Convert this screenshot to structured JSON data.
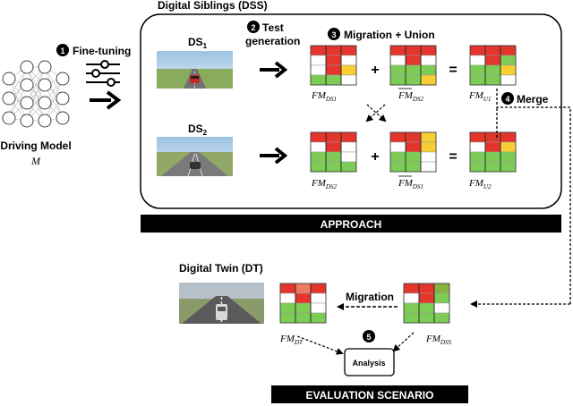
{
  "top": {
    "dss_title": "Digital Siblings (DSS)",
    "step1_num": "1",
    "step1_label": "Fine-tuning",
    "step2_num": "2",
    "step2_label_l1": "Test",
    "step2_label_l2": "generation",
    "step3_num": "3",
    "step3_label": "Migration + Union",
    "step4_num": "4",
    "step4_label": "Merge",
    "ds1": "DS",
    "ds1_sub": "1",
    "ds2": "DS",
    "ds2_sub": "2",
    "model_label": "Driving Model",
    "model_symbol": "M",
    "plus": "+",
    "equals": "=",
    "fm_ds1": "FM",
    "fm_ds1_sub": "DS1",
    "fm_bar_ds2": "FM",
    "fm_bar_ds2_sub": "DS2",
    "fm_u1": "FM",
    "fm_u1_sub": "U1",
    "fm_ds2": "FM",
    "fm_ds2_sub": "DS2",
    "fm_bar_ds1": "FM",
    "fm_bar_ds1_sub": "DS1",
    "fm_u2": "FM",
    "fm_u2_sub": "U2"
  },
  "approach_banner": "APPROACH",
  "bottom": {
    "dt_title": "Digital Twin (DT)",
    "migration_label": "Migration",
    "step5_num": "5",
    "fm_dt": "FM",
    "fm_dt_sub": "DT",
    "fm_dss": "FM",
    "fm_dss_sub": "DSS",
    "analysis_label": "Analysis"
  },
  "eval_banner": "EVALUATION SCENARIO",
  "colors": {
    "red": "#e3352c",
    "green": "#7ccc55",
    "yellow": "#f7cf35",
    "salmon": "#ef7a62",
    "olive": "#8ab040",
    "white": "#ffffff",
    "banner": "#000000",
    "sky": "#bcd6ea",
    "grass": "#87a55a",
    "road": "#6f6f6f"
  },
  "maps": {
    "fm_ds1": [
      [
        "r",
        "r",
        "r"
      ],
      [
        "w",
        "r",
        "w"
      ],
      [
        "w",
        "r",
        "y"
      ],
      [
        "g",
        "g",
        "w"
      ]
    ],
    "fm_bar_ds2": [
      [
        "r",
        "r",
        "r"
      ],
      [
        "w",
        "r",
        "w"
      ],
      [
        "g",
        "g",
        "g"
      ],
      [
        "g",
        "g",
        "y"
      ]
    ],
    "fm_u1": [
      [
        "r",
        "r",
        "r"
      ],
      [
        "w",
        "r",
        "g"
      ],
      [
        "g",
        "g",
        "y"
      ],
      [
        "g",
        "g",
        "w"
      ]
    ],
    "fm_ds2": [
      [
        "r",
        "r",
        "r"
      ],
      [
        "w",
        "r",
        "w"
      ],
      [
        "g",
        "g",
        "w"
      ],
      [
        "g",
        "g",
        "g"
      ]
    ],
    "fm_bar_ds1": [
      [
        "r",
        "r",
        "y"
      ],
      [
        "w",
        "r",
        "y"
      ],
      [
        "g",
        "g",
        "w"
      ],
      [
        "g",
        "g",
        "w"
      ]
    ],
    "fm_u2": [
      [
        "r",
        "r",
        "r"
      ],
      [
        "w",
        "r",
        "y"
      ],
      [
        "g",
        "g",
        "g"
      ],
      [
        "g",
        "g",
        "g"
      ]
    ],
    "fm_dt": [
      [
        "r",
        "s",
        "r"
      ],
      [
        "w",
        "r",
        "w"
      ],
      [
        "g",
        "g",
        "w"
      ],
      [
        "g",
        "g",
        "g"
      ]
    ],
    "fm_dss": [
      [
        "r",
        "r",
        "o"
      ],
      [
        "w",
        "r",
        "g"
      ],
      [
        "g",
        "g",
        "w"
      ],
      [
        "g",
        "g",
        "g"
      ]
    ]
  }
}
